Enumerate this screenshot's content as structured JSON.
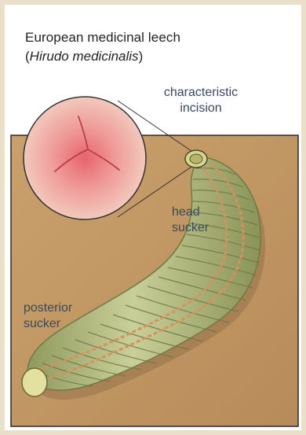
{
  "title": "European medicinal leech",
  "subtitle": {
    "open": "(",
    "species": "Hirudo medicinalis",
    "close": ")"
  },
  "labels": {
    "incision_line1": "characteristic",
    "incision_line2": "incision",
    "head_line1": "head",
    "head_line2": "sucker",
    "posterior_line1": "posterior",
    "posterior_line2": "sucker"
  },
  "colors": {
    "background_frame": "#eadfc9",
    "panel": "#c49a68",
    "leech_body": "#b8c08a",
    "leech_stripe": "#d99a6a",
    "zoom_circle": "#f0b7ad",
    "incision": "#e0606a",
    "label_text": "#3a4a5c"
  }
}
